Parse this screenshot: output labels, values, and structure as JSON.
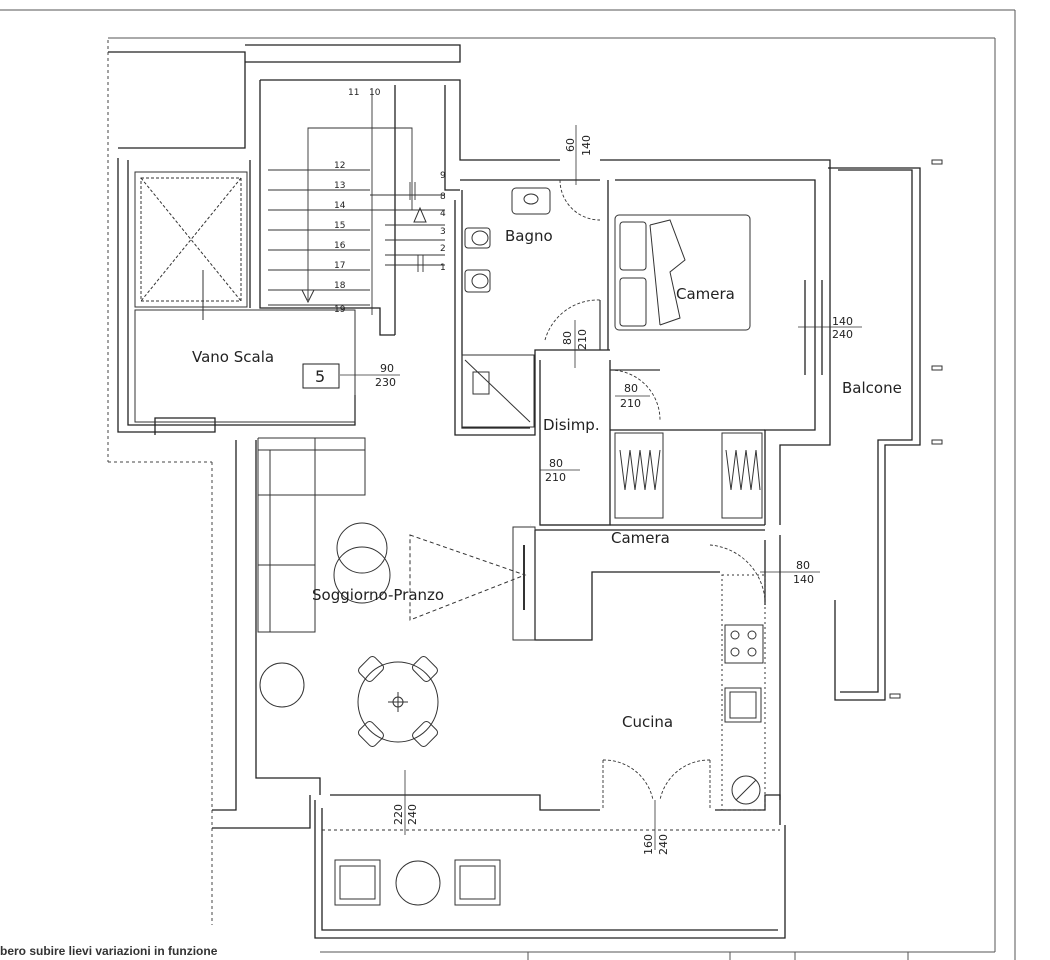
{
  "rooms": {
    "vano_scala": "Vano Scala",
    "bagno": "Bagno",
    "camera_1": "Camera",
    "camera_2": "Camera",
    "disimpegno": "Disimp.",
    "balcone": "Balcone",
    "soggiorno_pranzo": "Soggiorno-Pranzo",
    "cucina": "Cucina"
  },
  "unit_number": "5",
  "openings": [
    {
      "id": "bagno-window",
      "w": "60",
      "h": "140"
    },
    {
      "id": "camera-window",
      "w": "140",
      "h": "240"
    },
    {
      "id": "entry-door",
      "w": "90",
      "h": "230"
    },
    {
      "id": "bagno-door",
      "w": "80",
      "h": "210"
    },
    {
      "id": "camera-door",
      "w": "80",
      "h": "210"
    },
    {
      "id": "disimp-door",
      "w": "80",
      "h": "210"
    },
    {
      "id": "kitchen-window",
      "w": "80",
      "h": "140"
    },
    {
      "id": "living-window",
      "w": "220",
      "h": "240"
    },
    {
      "id": "kitchen-door",
      "w": "160",
      "h": "240"
    }
  ],
  "stair_steps_upper": [
    "11",
    "10"
  ],
  "stair_steps_left": [
    "12",
    "13",
    "14",
    "15",
    "16",
    "17",
    "18",
    "19"
  ],
  "stair_steps_right": [
    "9",
    "8",
    "4",
    "3",
    "2",
    "1"
  ],
  "footer_note": "bero subire lievi variazioni in funzione"
}
